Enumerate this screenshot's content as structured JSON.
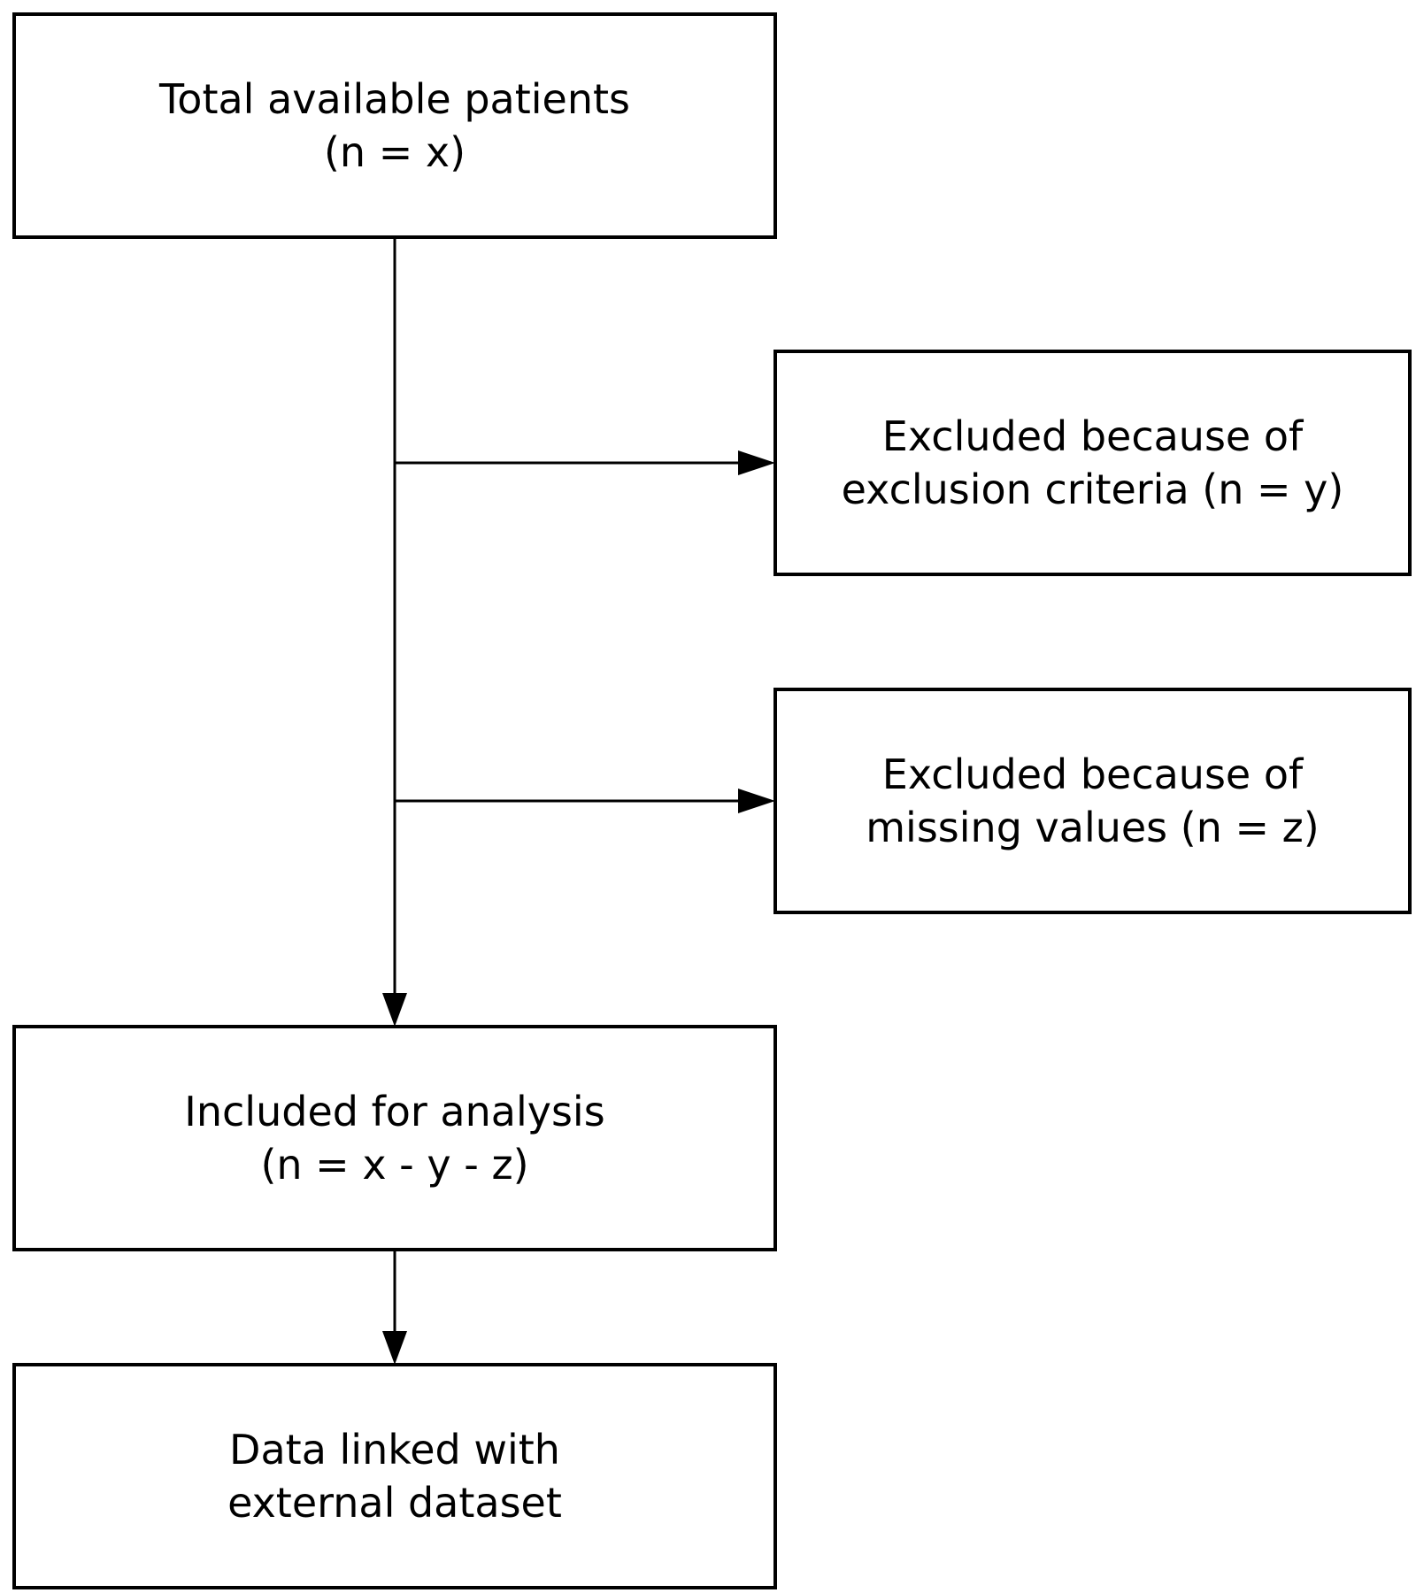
{
  "diagram": {
    "boxes": {
      "total": {
        "line1": "Total available patients",
        "line2": "(n = x)"
      },
      "excluded_criteria": {
        "line1": "Excluded because of",
        "line2": "exclusion criteria (n = y)"
      },
      "excluded_missing": {
        "line1": "Excluded because of",
        "line2": "missing values (n = z)"
      },
      "included": {
        "line1": "Included for analysis",
        "line2": "(n = x - y - z)"
      },
      "linked": {
        "line1": "Data linked with",
        "line2": "external dataset"
      }
    },
    "line_color": "#000000",
    "box_fill": "#ffffff"
  }
}
